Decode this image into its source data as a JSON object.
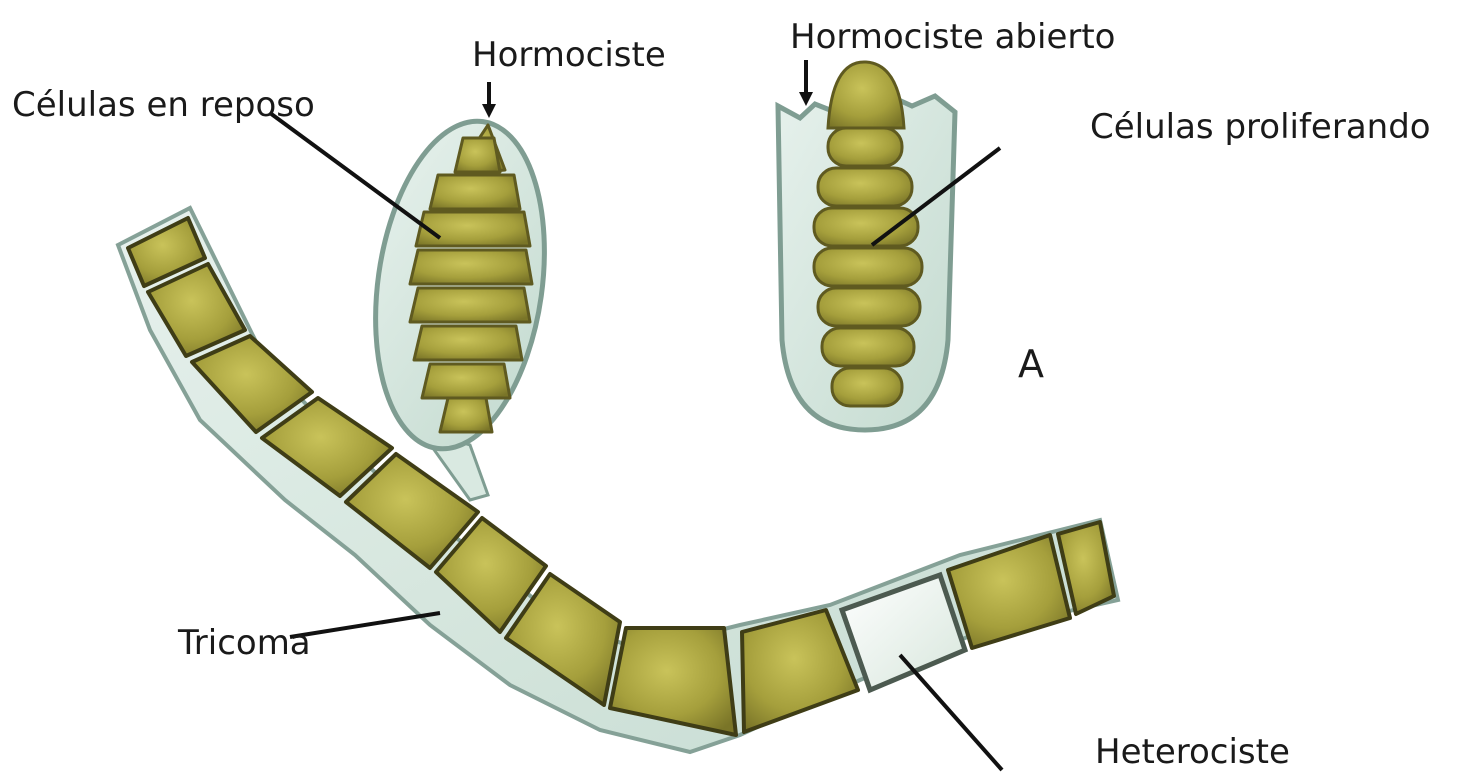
{
  "labels": {
    "hormociste": "Hormociste",
    "hormociste_abierto": "Hormociste abierto",
    "celulas_en_reposo": "Células en reposo",
    "celulas_proliferando": "Células proliferando",
    "tricoma": "Tricoma",
    "heterociste": "Heterociste",
    "panel_letter": "A"
  },
  "colors": {
    "cell_fill": "#a9a440",
    "cell_dark": "#6f6a22",
    "sheath": "#cfe3da",
    "sheath_outline": "#7f9d92",
    "heterocyst_fill": "#f3f8f3",
    "line": "#111111"
  }
}
